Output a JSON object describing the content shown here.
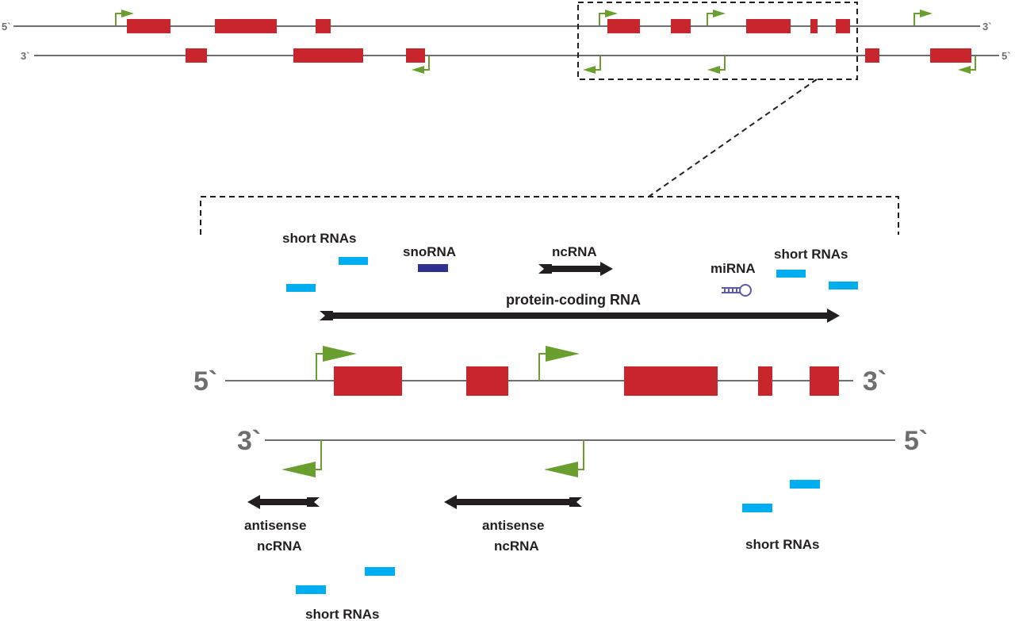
{
  "colors": {
    "strand": "#6d6e70",
    "exon": "#c9252c",
    "promoter": "#6a9e2f",
    "short_rna": "#00aeef",
    "snorna": "#2e3192",
    "mirna": "#5b5ba8",
    "arrow": "#231f20",
    "zoom_box": "#231f20"
  },
  "overview": {
    "top_strand_5": "5`",
    "top_strand_3": "3`",
    "bottom_strand_3": "3`",
    "bottom_strand_5": "5`"
  },
  "detail": {
    "top_strand_5": "5`",
    "top_strand_3": "3`",
    "bottom_strand_3": "3`",
    "bottom_strand_5": "5`"
  },
  "labels": {
    "short_rnas_top_left": "short RNAs",
    "snorna": "snoRNA",
    "ncrna": "ncRNA",
    "mirna": "miRNA",
    "short_rnas_top_right": "short RNAs",
    "protein_coding": "protein-coding RNA",
    "antisense_left_line1": "antisense",
    "antisense_left_line2": "ncRNA",
    "antisense_mid_line1": "antisense",
    "antisense_mid_line2": "ncRNA",
    "short_rnas_bottom_right": "short RNAs",
    "short_rnas_bottom_left": "short RNAs"
  }
}
